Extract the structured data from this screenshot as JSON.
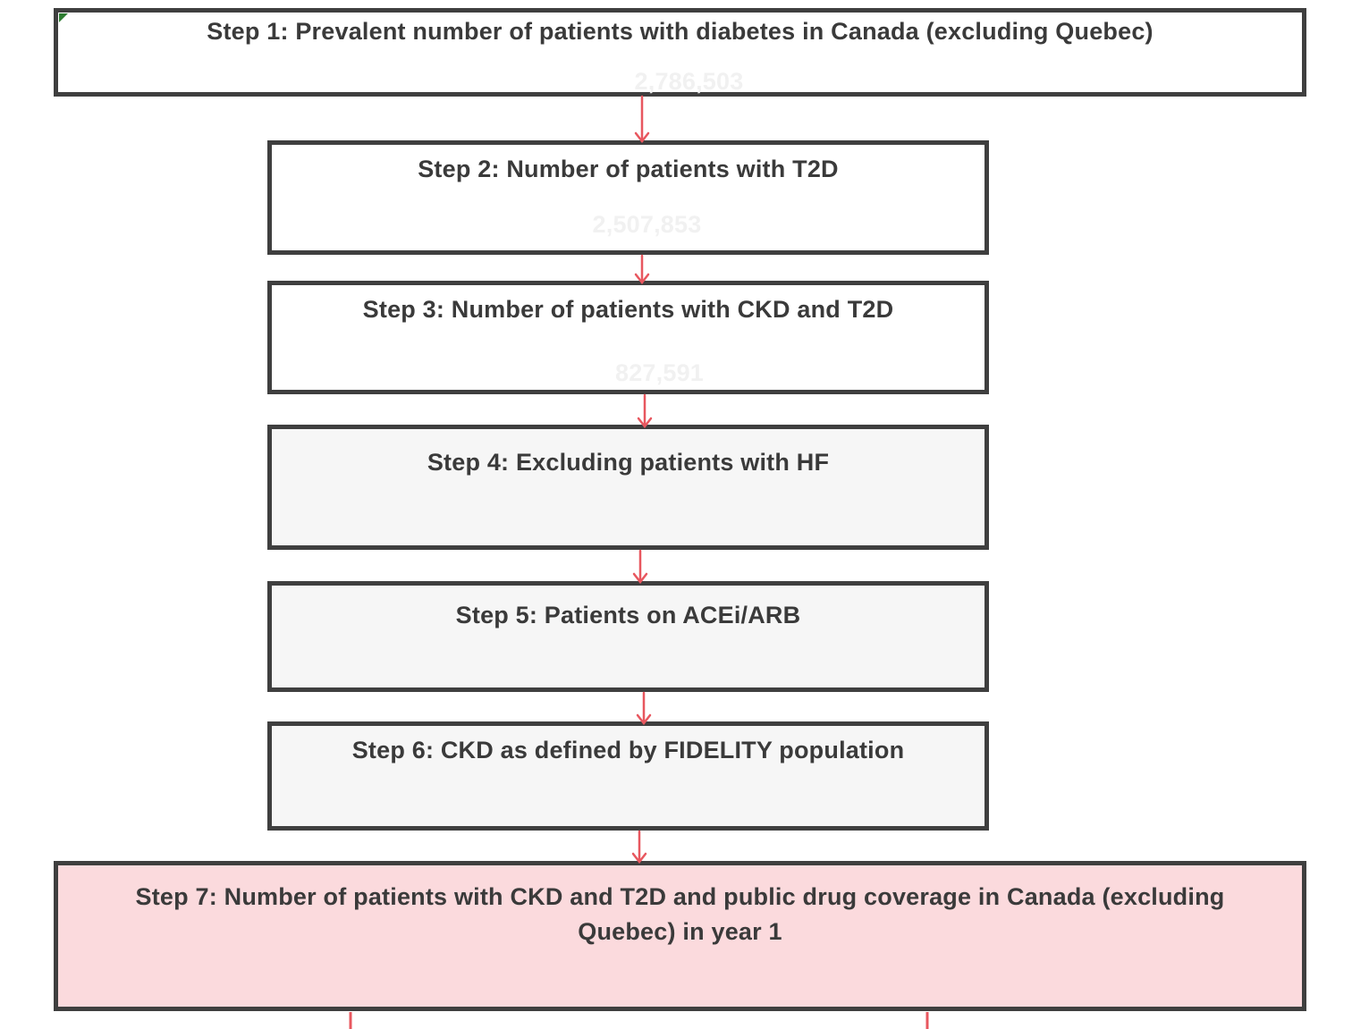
{
  "steps": [
    {
      "title": "Step 1: Prevalent number of patients with diabetes in Canada (excluding Quebec)",
      "value": "2,786,503"
    },
    {
      "title": "Step 2: Number of patients with T2D",
      "value": "2,507,853"
    },
    {
      "title": "Step 3: Number of patients with CKD and T2D",
      "value": "827,591"
    },
    {
      "title": "Step 4: Excluding patients with HF",
      "value": ""
    },
    {
      "title": "Step 5: Patients on ACEi/ARB",
      "value": ""
    },
    {
      "title": "Step 6: CKD as defined by FIDELITY population",
      "value": ""
    },
    {
      "title": "Step 7: Number of patients with CKD and T2D and public drug coverage in Canada (excluding Quebec) in year 1",
      "value": ""
    }
  ],
  "colors": {
    "border": "#3f3f3f",
    "text": "#3a3a3a",
    "arrow": "#e8575f",
    "grey_fill": "#f6f6f6",
    "highlight_fill": "#fbdadd",
    "corner_mark": "#2e7d32"
  }
}
